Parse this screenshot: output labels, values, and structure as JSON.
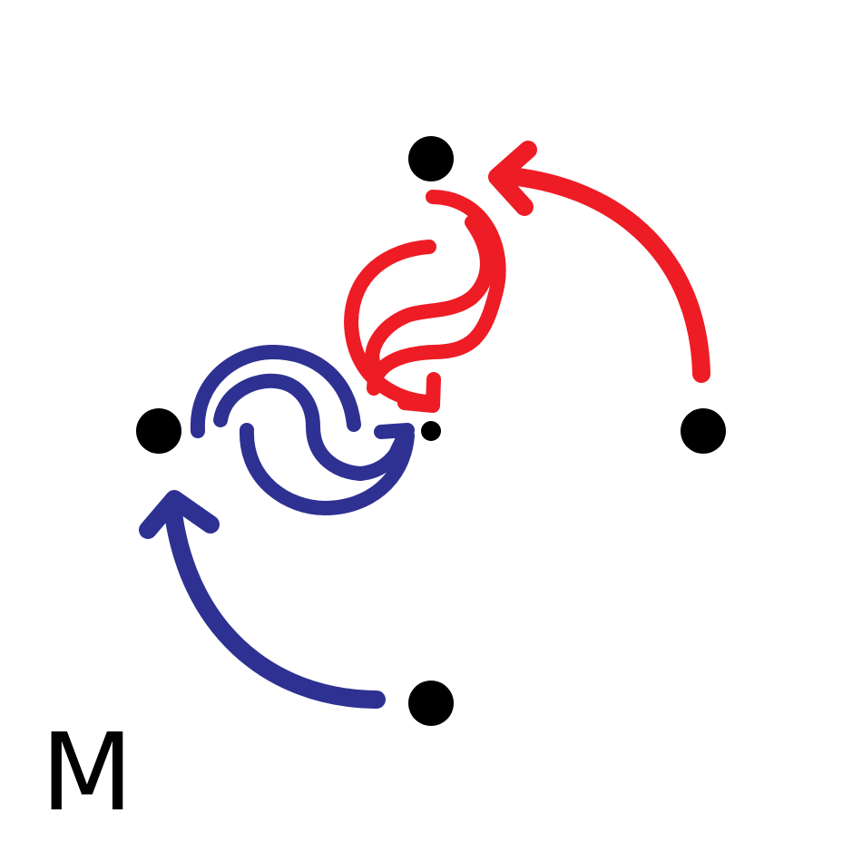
{
  "diagram": {
    "label": "M",
    "colors": {
      "red": "#ee1c25",
      "blue": "#2e3192",
      "dots": "#000000",
      "background": "#ffffff"
    },
    "nodes": [
      "top",
      "left",
      "center",
      "right",
      "bottom"
    ],
    "arrows": [
      {
        "name": "red-arc-arrow",
        "color": "red",
        "from": "right",
        "to": "top"
      },
      {
        "name": "blue-arc-arrow",
        "color": "blue",
        "from": "bottom",
        "to": "left"
      },
      {
        "name": "red-swirl",
        "color": "red",
        "from": "top",
        "to": "center"
      },
      {
        "name": "blue-swirl",
        "color": "blue",
        "from": "left",
        "to": "center"
      }
    ]
  }
}
